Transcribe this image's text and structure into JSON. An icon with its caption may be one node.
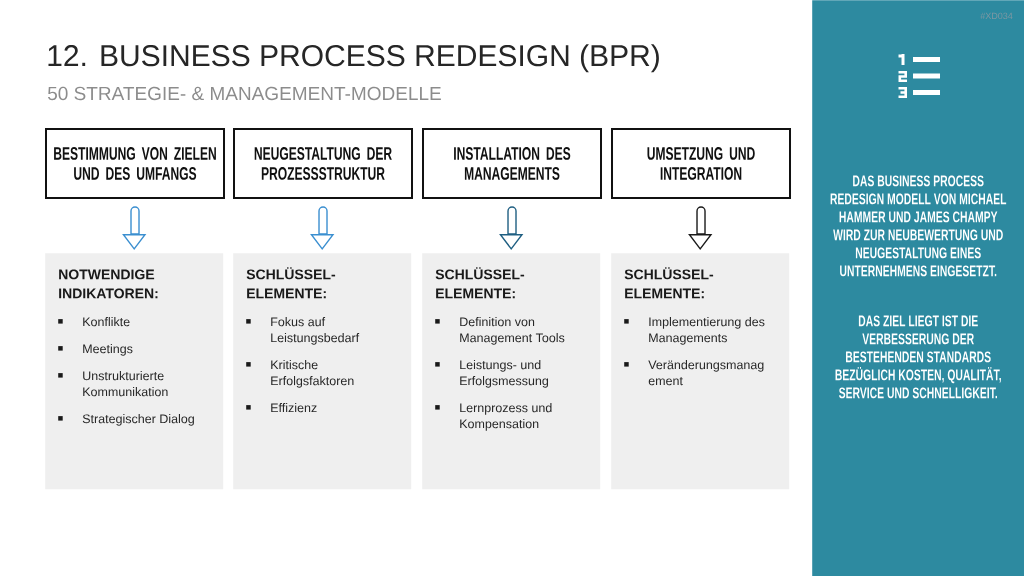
{
  "diagram": {
    "title": "12. BUSINESS PROCESS REDESIGN (BPR)",
    "nodes": [
      {
        "text": [
          "BESTIMMUNG VON ZIELEN UND DES UMFANGS"
        ]
      },
      {
        "text": [
          "NEUGESTALTUNG DER PROZESSSTRUKTUR"
        ]
      },
      {
        "text": [
          "INSTALLATION DES MANAGEMENTS"
        ]
      },
      {
        "text": [
          "UMSETZUNG UND INTEGRATION"
        ]
      },
      {
        "text": [
          "NOTWENDIGE INDIKATOREN:",
          "Konflikte",
          "Meetings",
          "Unstrukturierte Kommunikation",
          "Strategischer Dialog"
        ]
      },
      {
        "text": [
          "SCHLÜSSEL- ELEMENTE:",
          "Fokus auf Leistungsbedarf",
          "Kritische Erfolgsfaktoren",
          "Effizienz"
        ]
      },
      {
        "text": [
          "SCHLÜSSEL- ELEMENTE:",
          "Definition von Management Tools",
          "Leistungs- und Erfolgsmessung",
          "Lernprozess und Kompensation"
        ]
      },
      {
        "text": [
          "SCHLÜSSEL- ELEMENTE:",
          "Implementierung des Managements",
          "Veränderungsmanag ement"
        ]
      },
      {
        "text": [
          "DAS BUSINESS PROCESS REDESIGN MODELL VON MICHAEL HAMMER UND JAMES CHAMPY WIRD ZUR NEUBEWERTUNG UND NEUGESTALTUNG EINES UNTERNEHMENS EINGESETZT.",
          "DAS ZIEL LIEGT IST DIE VERBESSERUNG DER BESTEHENDEN STANDARDS BEZÜGLICH KOSTEN, QUALITÄT, SERVICE UND SCHNELLIGKEIT."
        ]
      }
    ],
    "edges": [
      {
        "from": 0,
        "to": 4,
        "arrow": "to",
        "color": "#3b8fd0"
      },
      {
        "from": 1,
        "to": 5,
        "arrow": "to",
        "color": "#3b8fd0"
      },
      {
        "from": 2,
        "to": 6,
        "arrow": "to",
        "color": "#1f5f82"
      },
      {
        "from": 3,
        "to": 7,
        "arrow": "to",
        "color": "#1a1a1a"
      }
    ],
    "labels": [
      "#XD034",
      "50 STRATEGIE- & MANAGEMENT-MODELLE"
    ]
  }
}
